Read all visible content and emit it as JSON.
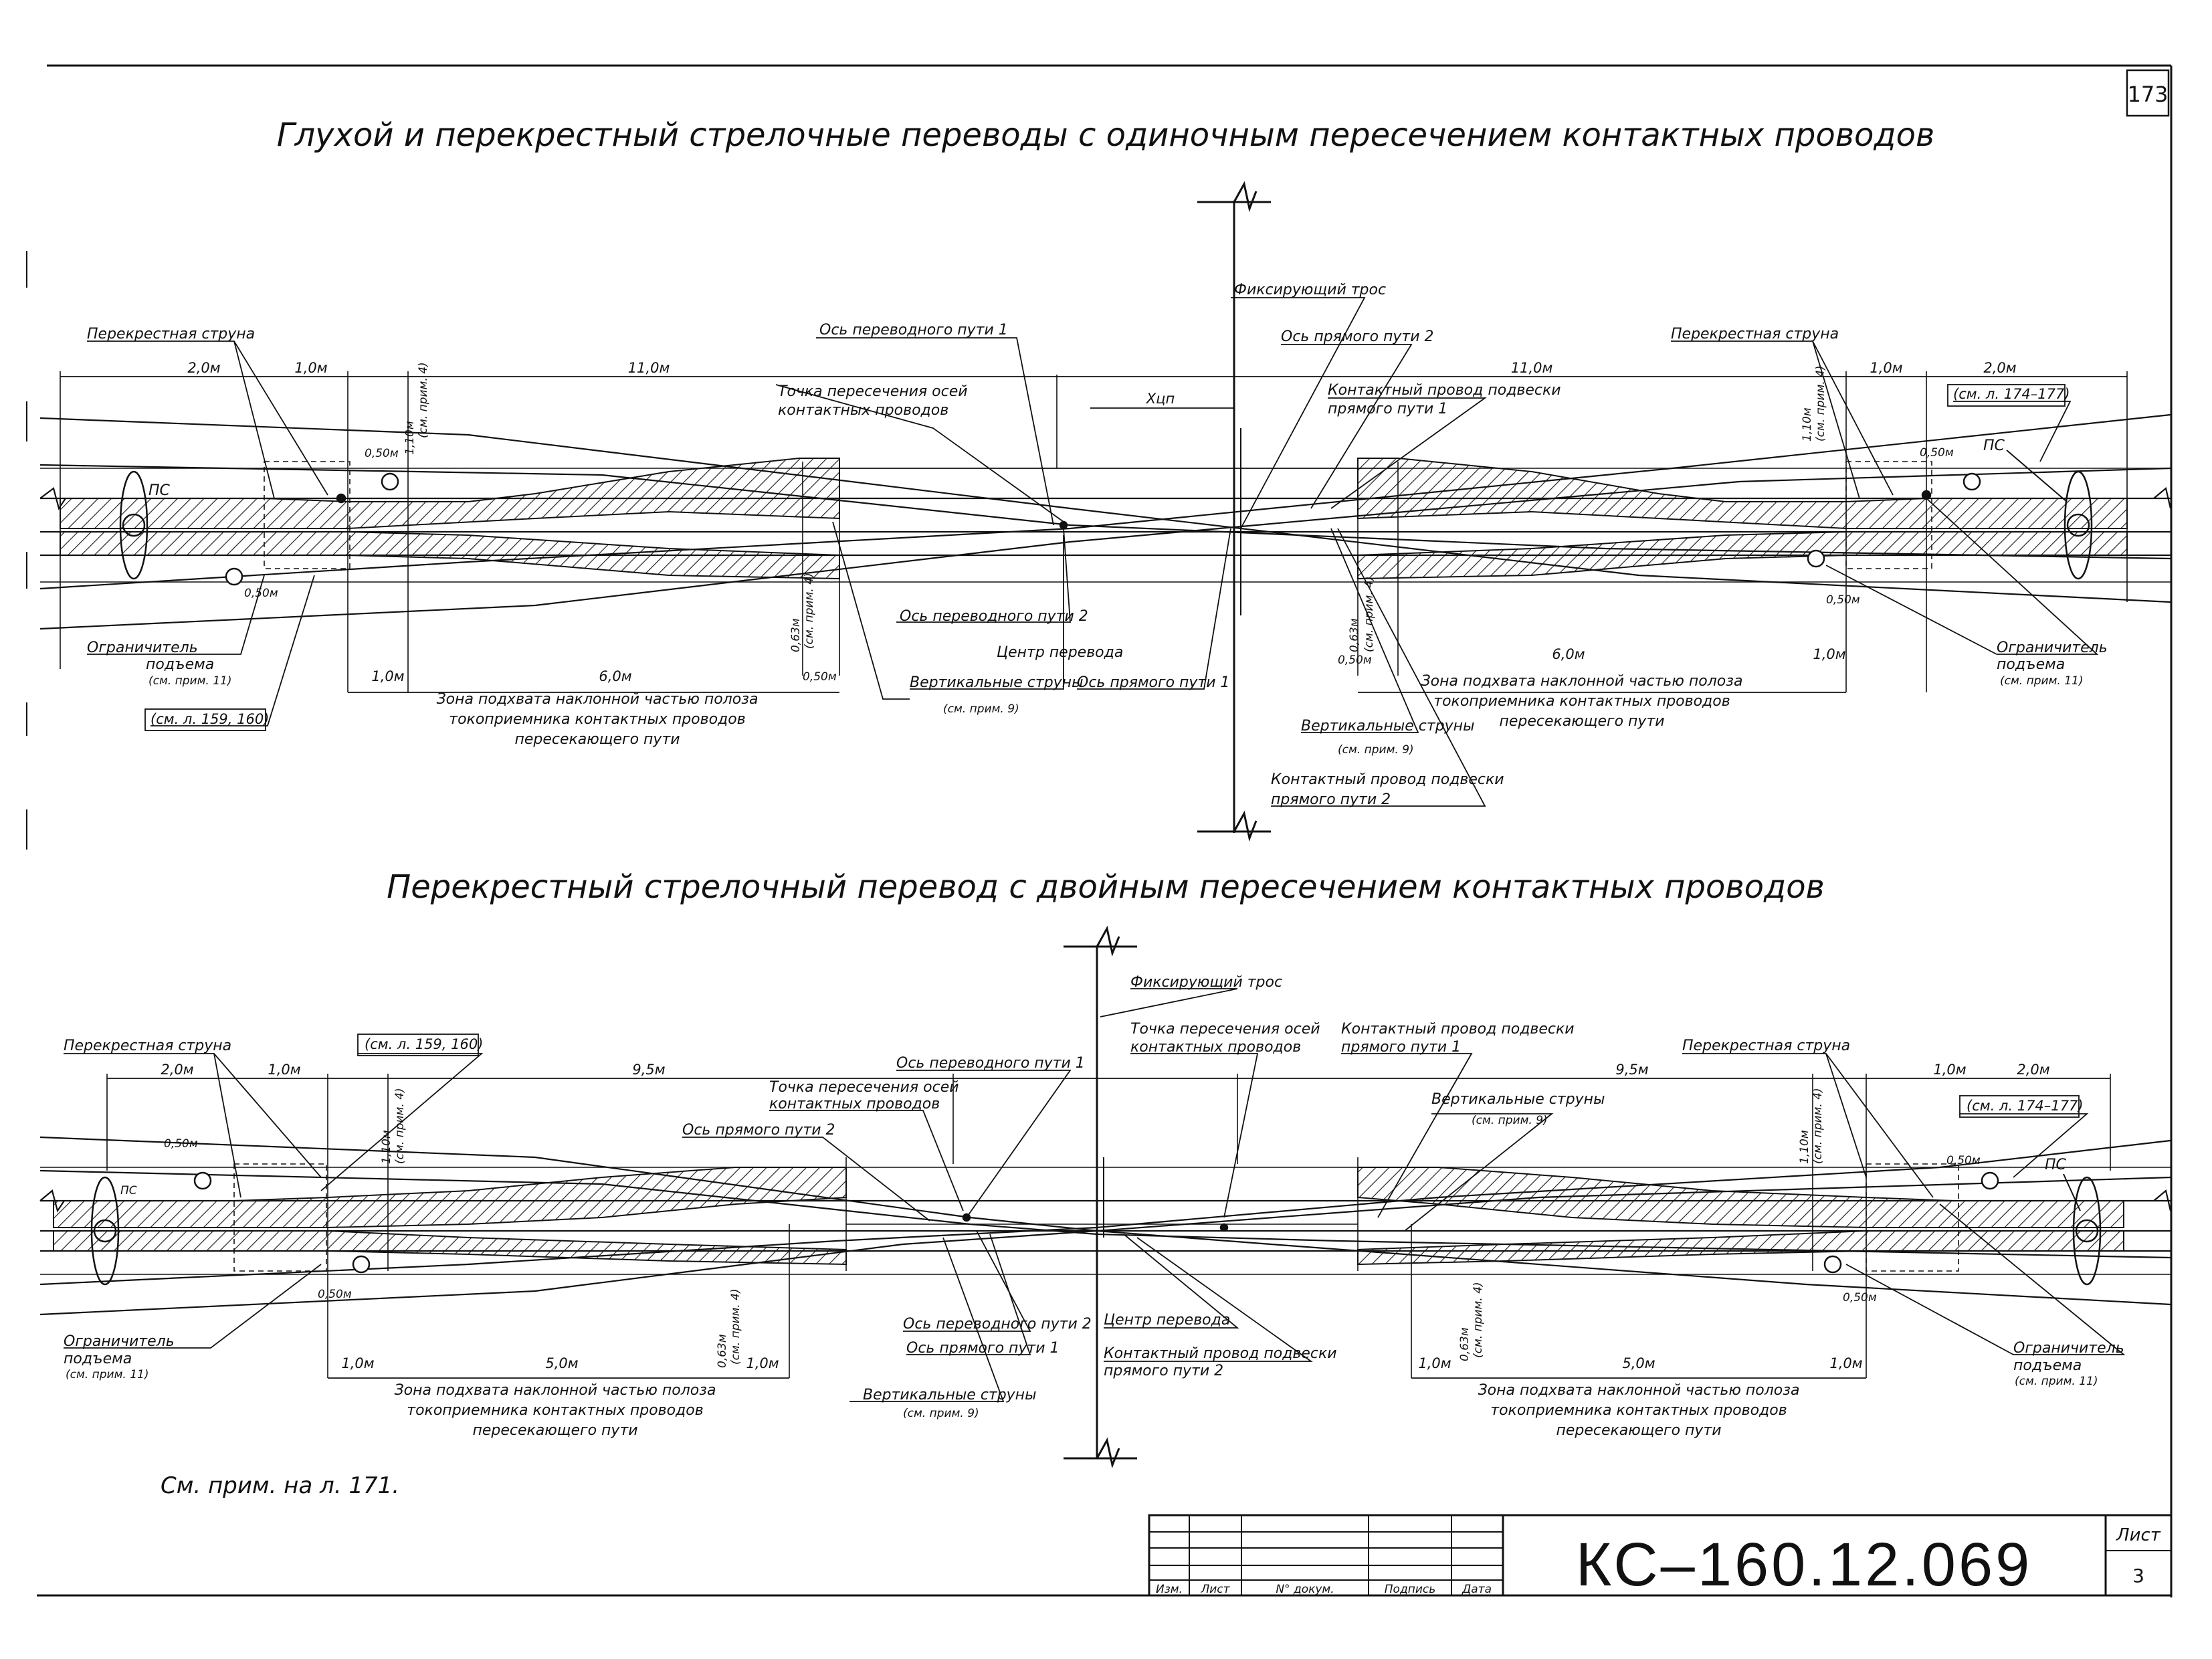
{
  "sheet": {
    "page_number": "173",
    "code": "КС–160.12.069",
    "list_label": "Лист",
    "list_value": "3",
    "note": "См. прим. на л. 171.",
    "stamp_headers": [
      "Изм.",
      "Лист",
      "N° докум.",
      "Подпись",
      "Дата"
    ]
  },
  "top": {
    "title": "Глухой и перекрестный стрелочные переводы с одиночным пересечением контактных проводов",
    "labels": {
      "fix_cable": "Фиксирующий трос",
      "straight_axis_2": "Ось прямого пути 2",
      "cross_string_left": "Перекрестная струна",
      "cross_string_right": "Перекрестная струна",
      "diverge_axis_1": "Ось переводного пути 1",
      "intersect_1": "Точка пересечения осей",
      "intersect_2": "контактных проводов",
      "contact_wire_1a": "Контактный провод подвески",
      "contact_wire_1b": "прямого пути 1",
      "see_174": "(см. л. 174–177)",
      "ps_left": "ПС",
      "ps_right": "ПС",
      "limiter_left_1": "Ограничитель",
      "limiter_left_2": "подъема",
      "limiter_left_3": "(см. прим. 11)",
      "see_159": "(см. л. 159, 160)",
      "zone_left_1": "Зона подхвата наклонной частью полоза",
      "zone_left_2": "токоприемника контактных проводов",
      "zone_left_3": "пересекающего пути",
      "diverge_axis_2": "Ось переводного пути 2",
      "switch_center": "Центр перевода",
      "vert_strings": "Вертикальные струны",
      "see_note9": "(см. прим. 9)",
      "straight_axis_1": "Ось прямого пути 1",
      "vert_strings_r": "Вертикальные струны",
      "see_note9_r": "(см. прим. 9)",
      "contact_wire_2a": "Контактный провод подвески",
      "contact_wire_2b": "прямого пути 2",
      "zone_right_1": "Зона подхвата наклонной частью полоза",
      "zone_right_2": "токоприемника контактных проводов",
      "zone_right_3": "пересекающего пути",
      "limiter_right_1": "Ограничитель",
      "limiter_right_2": "подъема",
      "limiter_right_3": "(см. прим. 11)",
      "see_note4": "(см. прим. 4)",
      "xcp": "Хцп"
    },
    "dims": {
      "d2_0_left": "2,0м",
      "d1_0_left": "1,0м",
      "d11_left": "11,0м",
      "d11_right": "11,0м",
      "d1_0_right": "1,0м",
      "d2_0_right": "2,0м",
      "d050_a": "0,50м",
      "d110_a": "1,10м",
      "d050_b": "0,50м",
      "d063_a": "0,63м",
      "d050_c": "0,50м",
      "d1_0_bl": "1,0м",
      "d6_0_l": "6,0м",
      "d063_b": "0,63м",
      "d050_d": "0,50м",
      "d6_0_r": "6,0м",
      "d1_0_br": "1,0м",
      "d110_b": "1,10м",
      "d050_e": "0,50м",
      "d050_f": "0,50м"
    }
  },
  "bottom": {
    "title": "Перекрестный стрелочный перевод с двойным пересечением контактных проводов",
    "labels": {
      "fix_cable": "Фиксирующий трос",
      "cross_string_left": "Перекрестная струна",
      "see_159": "(см. л. 159, 160)",
      "intersect_r1": "Точка пересечения осей",
      "intersect_r2": "контактных проводов",
      "contact_wire_1a": "Контактный провод подвески",
      "contact_wire_1b": "прямого пути 1",
      "cross_string_right": "Перекрестная струна",
      "diverge_axis_1": "Ось переводного пути 1",
      "intersect_l1": "Точка пересечения осей",
      "intersect_l2": "контактных проводов",
      "straight_axis_2": "Ось прямого пути 2",
      "vert_strings_top": "Вертикальные струны",
      "see_note9_top": "(см. прим. 9)",
      "see_174": "(см. л. 174–177)",
      "ps_left": "ПС",
      "ps_right": "ПС",
      "limiter_left_1": "Ограничитель",
      "limiter_left_2": "подъема",
      "limiter_left_3": "(см. прим. 11)",
      "diverge_axis_2": "Ось переводного пути 2",
      "straight_axis_1": "Ось прямого пути 1",
      "vert_strings": "Вертикальные струны",
      "see_note9": "(см. прим. 9)",
      "switch_center": "Центр перевода",
      "contact_wire_2a": "Контактный провод подвески",
      "contact_wire_2b": "прямого пути 2",
      "zone_left_1": "Зона подхвата наклонной частью полоза",
      "zone_left_2": "токоприемника контактных проводов",
      "zone_left_3": "пересекающего пути",
      "zone_right_1": "Зона подхвата наклонной частью полоза",
      "zone_right_2": "токоприемника контактных проводов",
      "zone_right_3": "пересекающего пути",
      "limiter_right_1": "Ограничитель",
      "limiter_right_2": "подъема",
      "limiter_right_3": "(см. прим. 11)",
      "see_note4": "(см. прим. 4)"
    },
    "dims": {
      "d2_0_left": "2,0м",
      "d1_0_left": "1,0м",
      "d9_5_left": "9,5м",
      "d9_5_right": "9,5м",
      "d1_0_right": "1,0м",
      "d2_0_right": "2,0м",
      "d050_a": "0,50м",
      "d110_a": "1,10м",
      "d050_b": "0,50м",
      "d1_0_bl": "1,0м",
      "d5_0_l": "5,0м",
      "d063_a": "0,63м",
      "d1_0_bm": "1,0м",
      "d1_0_bm2": "1,0м",
      "d063_b": "0,63м",
      "d5_0_r": "5,0м",
      "d1_0_br": "1,0м",
      "d110_b": "1,10м",
      "d050_c": "0,50м",
      "d050_d": "0,50м"
    }
  }
}
